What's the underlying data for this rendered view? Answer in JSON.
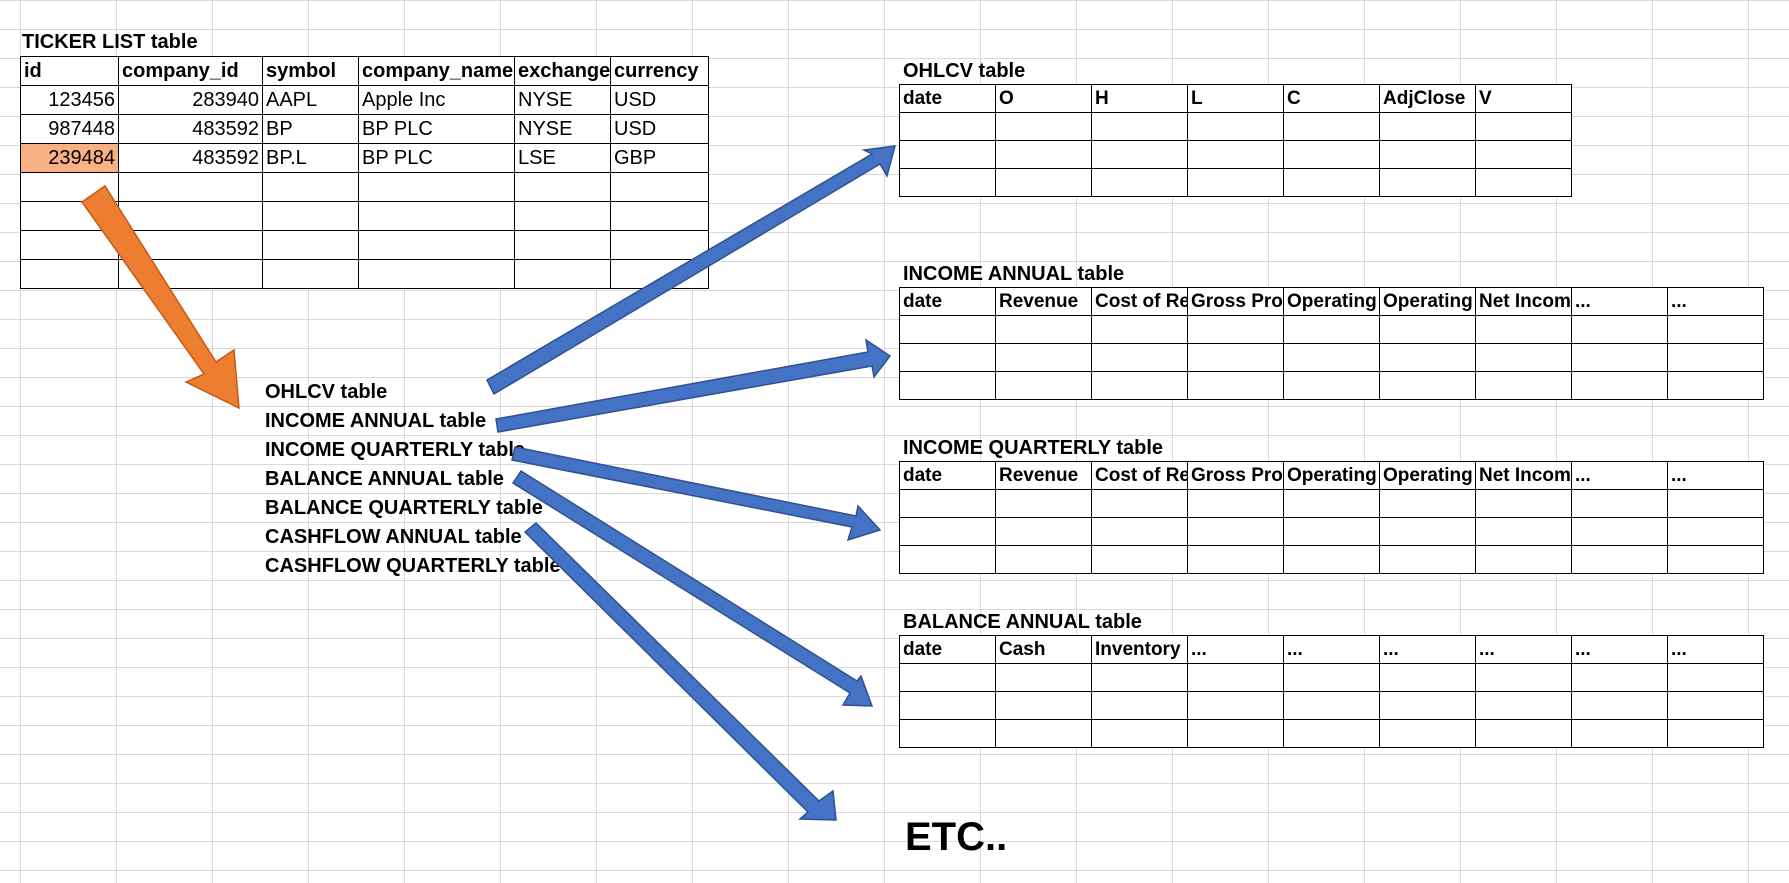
{
  "ticker": {
    "title": "TICKER LIST table",
    "headers": [
      "id",
      "company_id",
      "symbol",
      "company_name",
      "exchange",
      "currency"
    ],
    "rows": [
      [
        "123456",
        "283940",
        "AAPL",
        "Apple Inc",
        "NYSE",
        "USD"
      ],
      [
        "987448",
        "483592",
        "BP",
        "BP PLC",
        "NYSE",
        "USD"
      ],
      [
        "239484",
        "483592",
        "BP.L",
        "BP PLC",
        "LSE",
        "GBP"
      ]
    ]
  },
  "list": [
    "OHLCV table",
    "INCOME ANNUAL table",
    "INCOME QUARTERLY table",
    "BALANCE ANNUAL table",
    "BALANCE QUARTERLY table",
    "CASHFLOW ANNUAL table",
    "CASHFLOW QUARTERLY table"
  ],
  "ohlcv": {
    "title": "OHLCV table",
    "headers": [
      "date",
      "O",
      "H",
      "L",
      "C",
      "AdjClose",
      "V"
    ]
  },
  "income_annual": {
    "title": "INCOME ANNUAL table",
    "headers": [
      "date",
      "Revenue",
      "Cost of Rev",
      "Gross Profi",
      "Operating E",
      "Operating I",
      "Net Income",
      "...",
      "..."
    ]
  },
  "income_quarterly": {
    "title": "INCOME QUARTERLY table",
    "headers": [
      "date",
      "Revenue",
      "Cost of Rev",
      "Gross Profi",
      "Operating E",
      "Operating I",
      "Net Income",
      "...",
      "..."
    ]
  },
  "balance_annual": {
    "title": "BALANCE ANNUAL table",
    "headers": [
      "date",
      "Cash",
      "Inventory",
      "...",
      "...",
      "...",
      "...",
      "...",
      "..."
    ]
  },
  "etc": "ETC..",
  "colors": {
    "orange_arrow": "#ed7d31",
    "blue_arrow": "#4472c4",
    "arrow_outline": "#2f528f",
    "highlight_cell": "#f8b084",
    "gridline": "#d9d9d9"
  }
}
